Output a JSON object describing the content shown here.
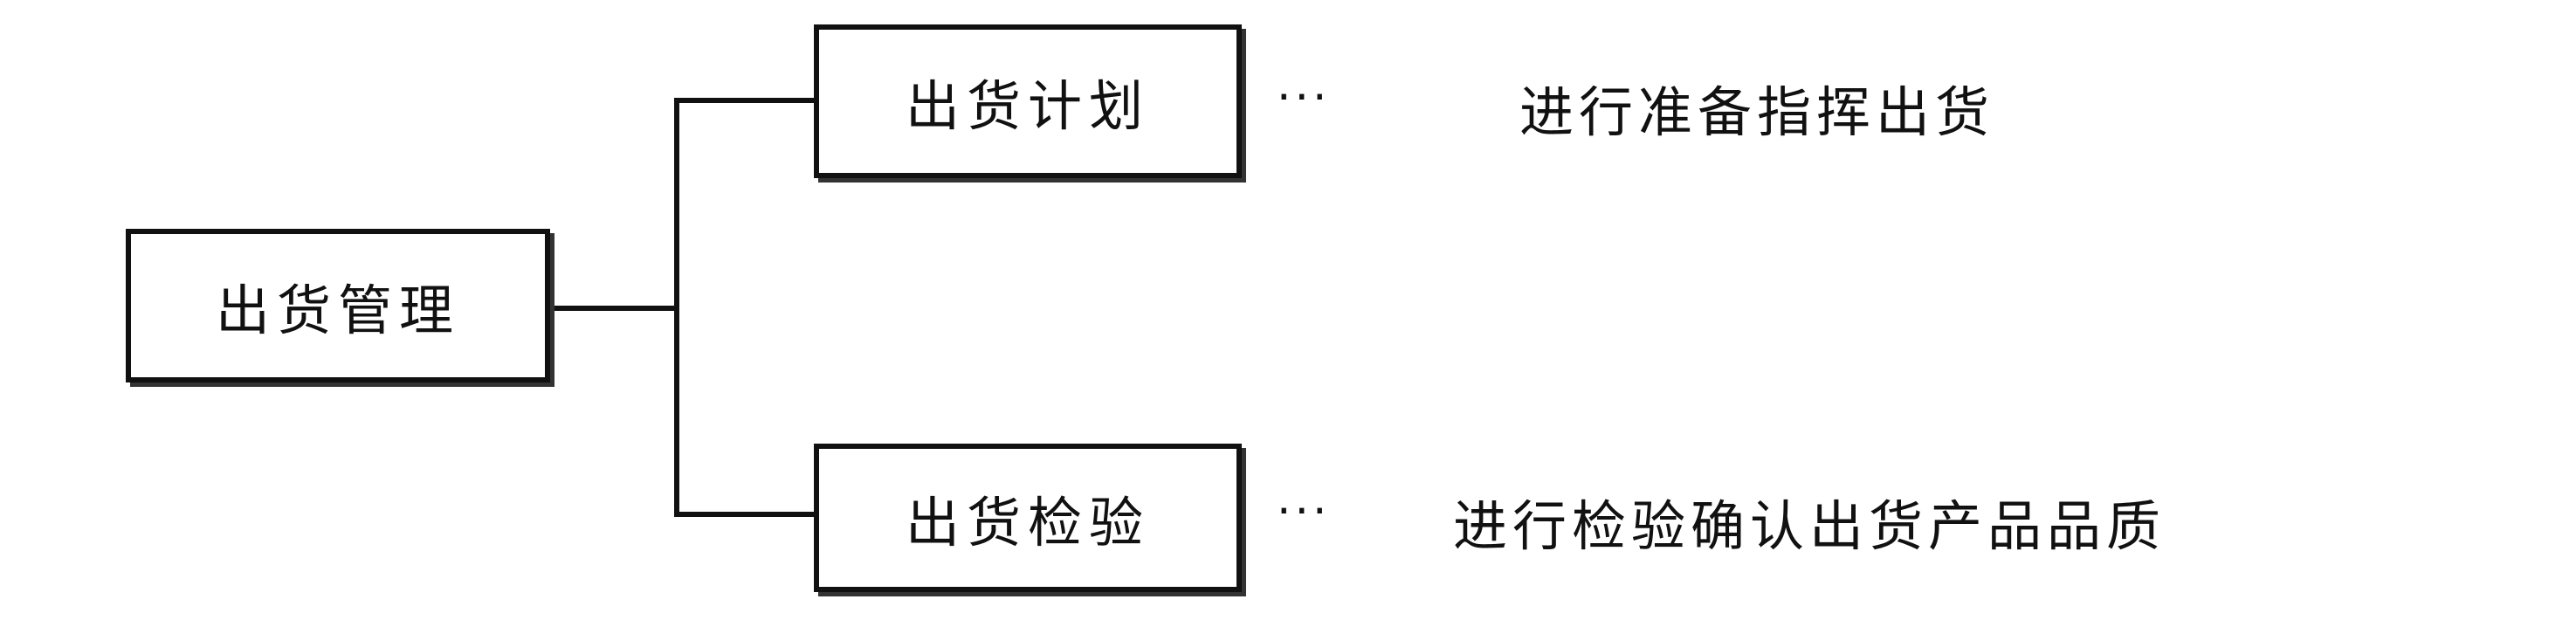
{
  "diagram": {
    "root": {
      "label": "出货管理"
    },
    "children": [
      {
        "label": "出货计划",
        "ellipsis": "···",
        "description": "进行准备指挥出货"
      },
      {
        "label": "出货检验",
        "ellipsis": "···",
        "description": "进行检验确认出货产品品质"
      }
    ]
  }
}
